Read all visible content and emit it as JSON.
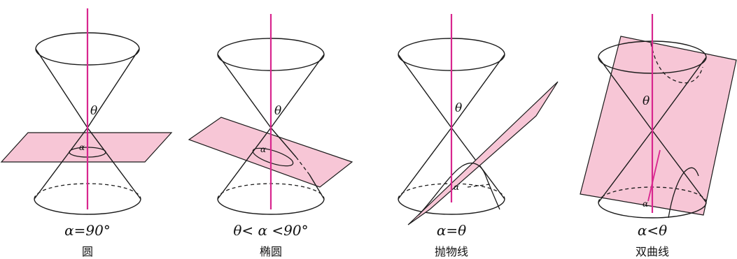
{
  "panels": [
    {
      "condition": "α=90°",
      "name": "圆",
      "theta": "θ",
      "alpha": "α"
    },
    {
      "condition": "θ< α <90°",
      "name": "椭圆",
      "theta": "θ",
      "alpha": "α"
    },
    {
      "condition": "α=θ",
      "name": "抛物线",
      "theta": "θ",
      "alpha": "α"
    },
    {
      "condition": "α<θ",
      "name": "双曲线",
      "theta": "θ",
      "alpha": "α"
    }
  ],
  "colors": {
    "axis": "#d8268e",
    "plane": "#f7c6d6",
    "line": "#1a1a1a"
  }
}
